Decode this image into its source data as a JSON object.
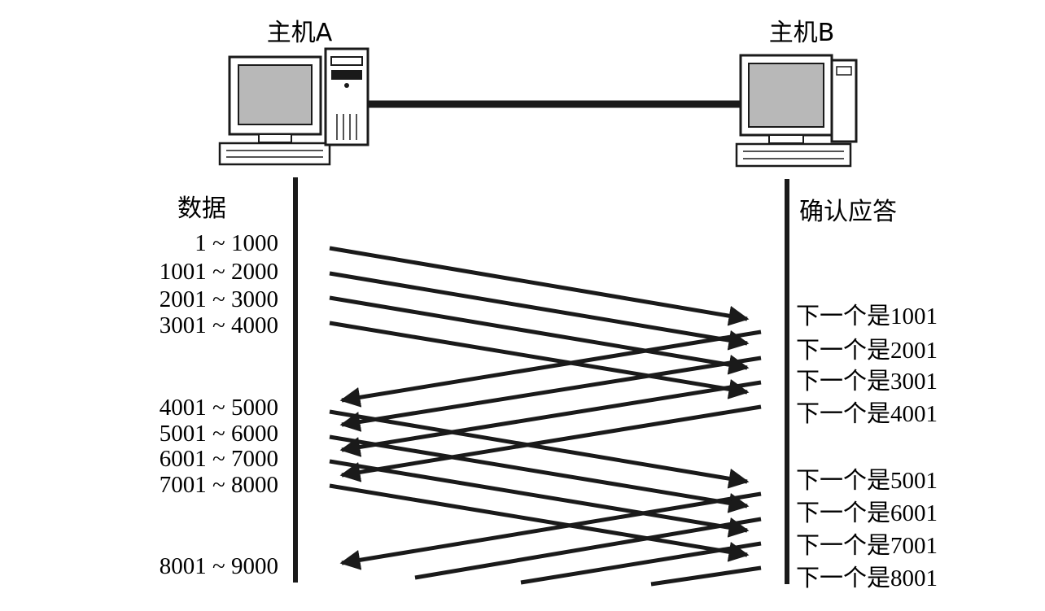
{
  "hosts": {
    "a": {
      "label": "主机A"
    },
    "b": {
      "label": "主机B"
    }
  },
  "columns": {
    "data_title": "数据",
    "ack_title": "确认应答"
  },
  "segments": [
    "1 ~ 1000",
    "1001 ~ 2000",
    "2001 ~ 3000",
    "3001 ~ 4000",
    "4001 ~ 5000",
    "5001 ~ 6000",
    "6001 ~ 7000",
    "7001 ~ 8000",
    "8001 ~ 9000"
  ],
  "acks": [
    "下一个是1001",
    "下一个是2001",
    "下一个是3001",
    "下一个是4001",
    "下一个是5001",
    "下一个是6001",
    "下一个是7001",
    "下一个是8001"
  ],
  "colors": {
    "line": "#1a1a1a",
    "screen": "#b8b8b8",
    "background": "#ffffff"
  }
}
